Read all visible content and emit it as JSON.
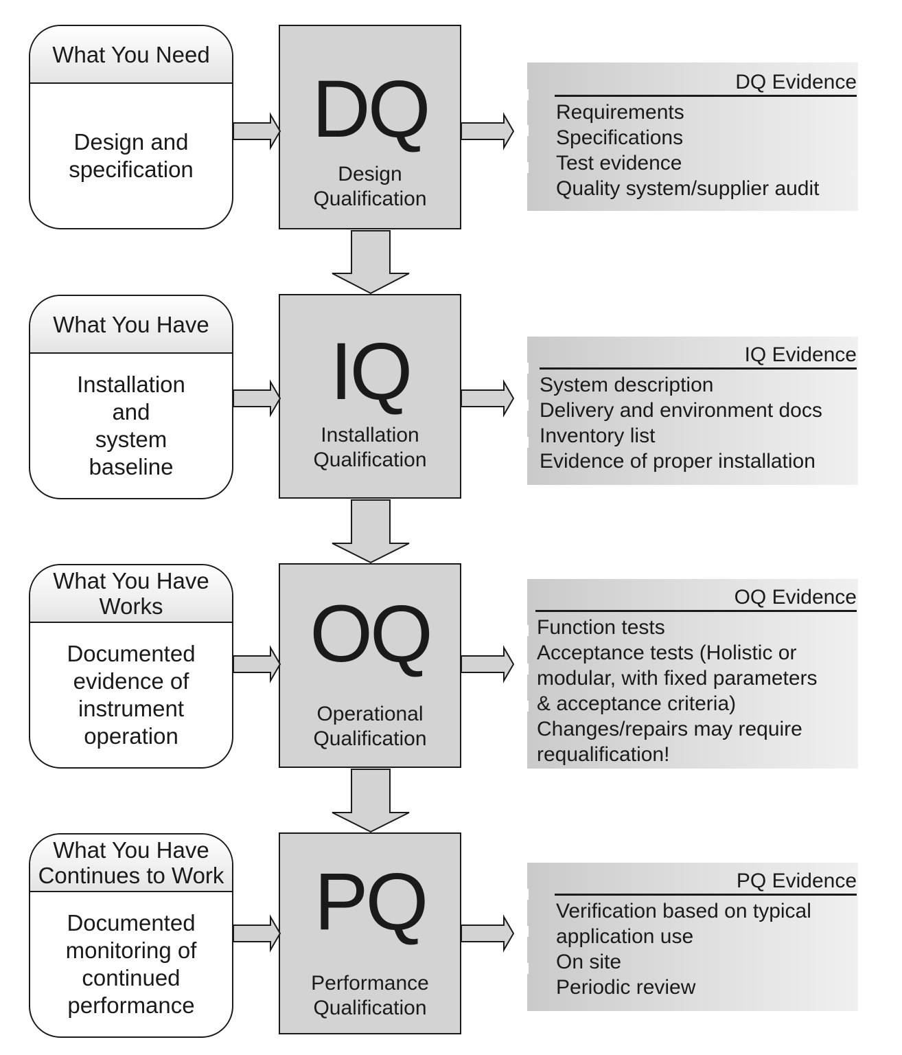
{
  "stages": [
    {
      "needs_heading": "What You Need",
      "needs_text": "Design and\nspecification",
      "abbr": "DQ",
      "name": "Design\nQualification",
      "evidence_title": "DQ Evidence",
      "evidence_items": [
        "Requirements",
        "Specifications",
        "Test evidence",
        "Quality system/supplier audit"
      ]
    },
    {
      "needs_heading": "What You Have",
      "needs_text": "Installation\nand\nsystem\nbaseline",
      "abbr": "IQ",
      "name": "Installation\nQualification",
      "evidence_title": "IQ Evidence",
      "evidence_items": [
        "System description",
        "Delivery and environment docs",
        "Inventory list",
        "Evidence of proper installation"
      ]
    },
    {
      "needs_heading": "What You Have\nWorks",
      "needs_text": "Documented\nevidence of\ninstrument\noperation",
      "abbr": "OQ",
      "name": "Operational\nQualification",
      "evidence_title": "OQ Evidence",
      "evidence_items": [
        "Function tests",
        "Acceptance tests (Holistic or",
        "modular, with fixed parameters",
        "& acceptance criteria)",
        "Changes/repairs may require",
        "requalification!"
      ]
    },
    {
      "needs_heading": "What You Have\nContinues to Work",
      "needs_text": "Documented\nmonitoring of\ncontinued\nperformance",
      "abbr": "PQ",
      "name": "Performance\nQualification",
      "evidence_title": "PQ Evidence",
      "evidence_items": [
        "Verification based on typical",
        "application use",
        "On site",
        "Periodic review"
      ]
    }
  ],
  "colors": {
    "line": "#1a1a1a",
    "qualification_fill": "#d3d3d3",
    "arrow_fill": "#d3d3d3"
  }
}
